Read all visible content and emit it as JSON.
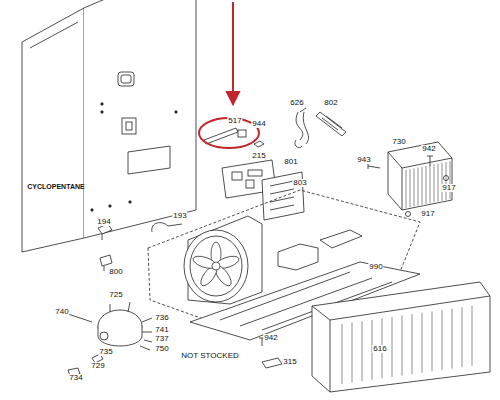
{
  "diagram": {
    "labels": [
      "626",
      "802",
      "517",
      "944",
      "730",
      "942",
      "215",
      "801",
      "943",
      "803",
      "CYCLOPENTANE",
      "917",
      "193",
      "194",
      "917",
      "990",
      "800",
      "725",
      "740",
      "736",
      "741",
      "737",
      "942",
      "616",
      "750",
      "735",
      "NOT STOCKED",
      "315",
      "729",
      "734"
    ]
  }
}
